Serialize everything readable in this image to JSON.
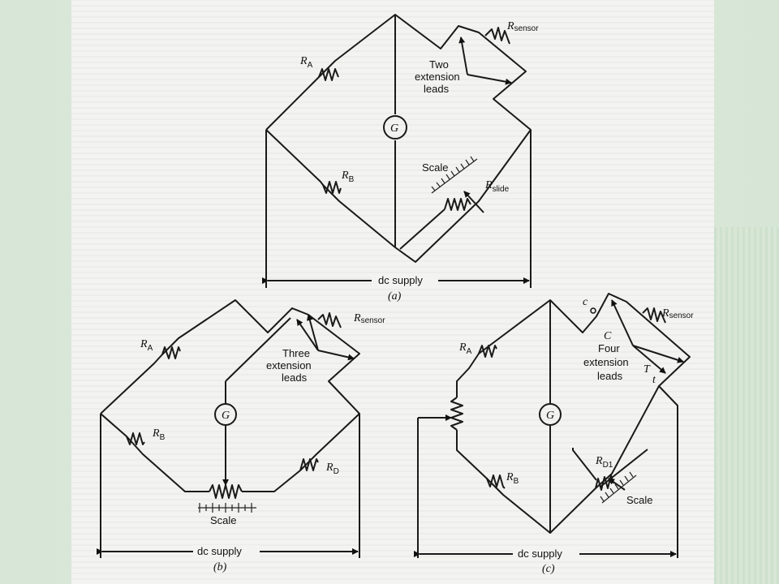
{
  "diagram_a": {
    "r_a": "R",
    "r_a_sub": "A",
    "r_b": "R",
    "r_b_sub": "B",
    "r_sensor": "R",
    "r_sensor_sub": "sensor",
    "r_slide": "R",
    "r_slide_sub": "slide",
    "galvanometer": "G",
    "leads_line1": "Two",
    "leads_line2": "extension",
    "leads_line3": "leads",
    "scale": "Scale",
    "supply": "dc supply",
    "caption": "(a)"
  },
  "diagram_b": {
    "r_a": "R",
    "r_a_sub": "A",
    "r_b": "R",
    "r_b_sub": "B",
    "r_d": "R",
    "r_d_sub": "D",
    "r_sensor": "R",
    "r_sensor_sub": "sensor",
    "galvanometer": "G",
    "leads_line1": "Three",
    "leads_line2": "extension",
    "leads_line3": "leads",
    "scale": "Scale",
    "supply": "dc supply",
    "caption": "(b)"
  },
  "diagram_c": {
    "r_a": "R",
    "r_a_sub": "A",
    "r_b": "R",
    "r_b_sub": "B",
    "r_d1": "R",
    "r_d1_sub": "D1",
    "r_sensor": "R",
    "r_sensor_sub": "sensor",
    "galvanometer": "G",
    "terminal_c_small": "c",
    "terminal_c": "C",
    "terminal_t": "T",
    "terminal_t_small": "t",
    "leads_line1": "Four",
    "leads_line2": "extension",
    "leads_line3": "leads",
    "scale": "Scale",
    "supply": "dc supply",
    "caption": "(c)"
  }
}
